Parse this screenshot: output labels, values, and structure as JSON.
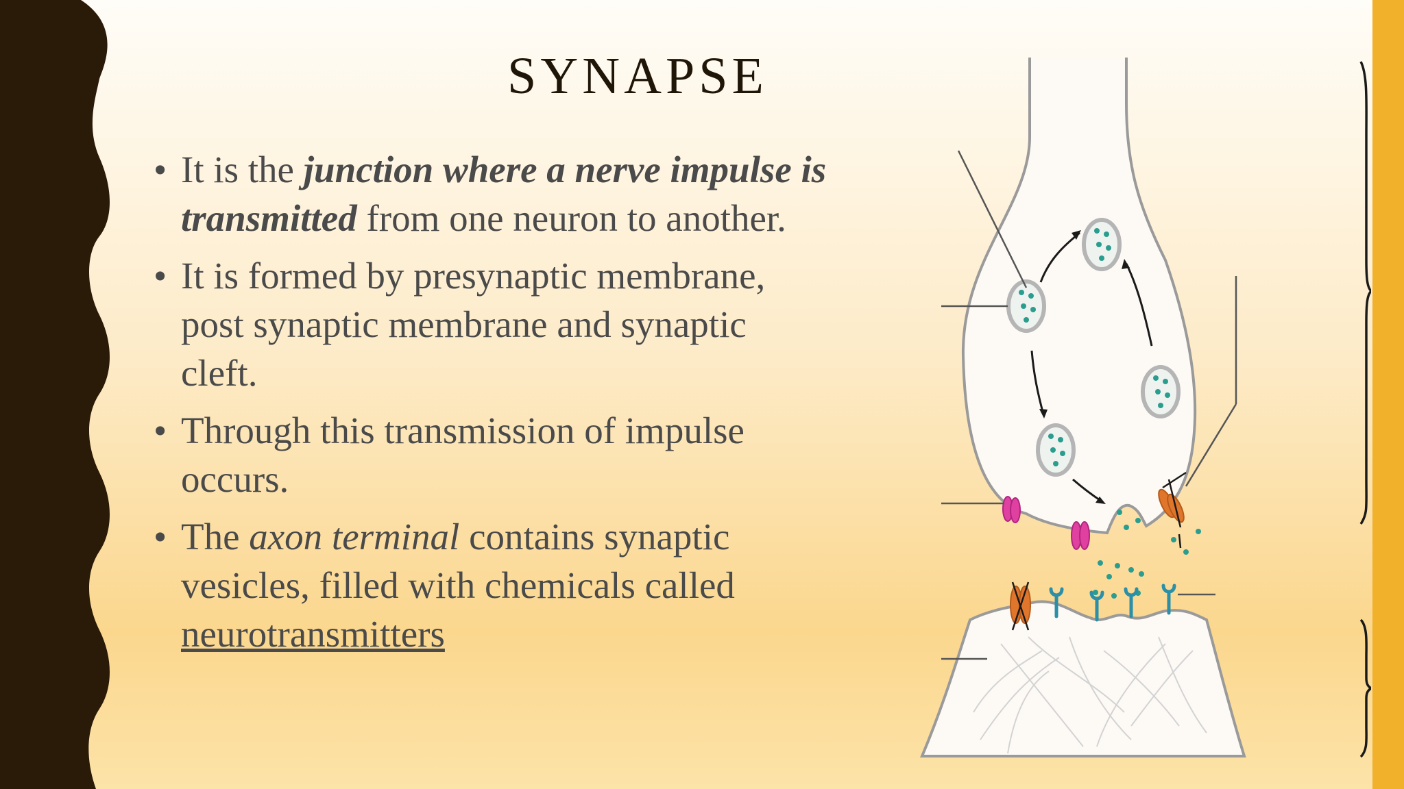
{
  "slide": {
    "title": "SYNAPSE",
    "bullets": [
      {
        "text_before": "It is the ",
        "bold_italic": "junction where a nerve impulse is transmitted",
        "text_after": " from one neuron to another."
      },
      {
        "text": "It is formed by presynaptic membrane, post synaptic membrane and synaptic cleft."
      },
      {
        "text": "Through this transmission of impulse occurs."
      },
      {
        "text_before": "The ",
        "italic": "axon terminal",
        "text_mid": " contains synaptic vesicles, filled with chemicals called ",
        "underlined": "neurotransmitters"
      }
    ]
  },
  "colors": {
    "left_band": "#2a1a08",
    "right_band": "#f2b12a",
    "title": "#1f1608",
    "body_text": "#4a4a4a",
    "vesicle_dots": "#2a9d8f",
    "receptor": "#2b8fa8",
    "ion_channel_orange": "#e0762b",
    "calcium_channel_pink": "#e040a0"
  },
  "diagram": {
    "icon": "synapse-illustration"
  }
}
